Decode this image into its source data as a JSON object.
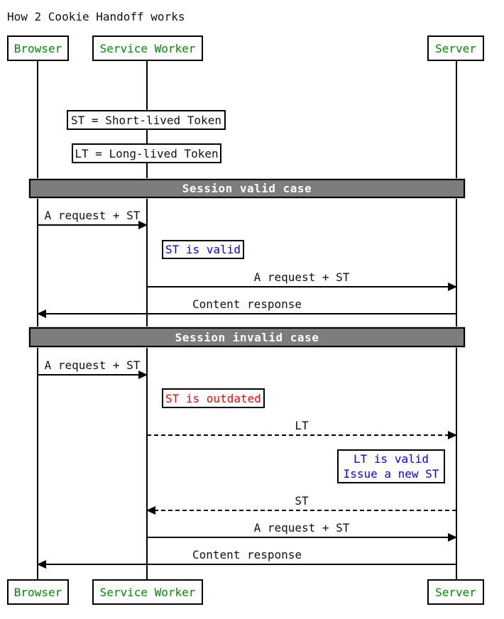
{
  "title": "How 2 Cookie Handoff works",
  "actors": [
    {
      "label": "Browser"
    },
    {
      "label": "Service Worker"
    },
    {
      "label": "Server"
    }
  ],
  "legend_notes": [
    {
      "label": "ST = Short-lived Token"
    },
    {
      "label": "LT = Long-lived Token"
    }
  ],
  "sections": [
    {
      "label": "Session valid case"
    },
    {
      "label": "Session invalid case"
    }
  ],
  "notes": [
    {
      "label": "ST is valid",
      "color": "#0000ff"
    },
    {
      "label": "ST is outdated",
      "color": "#ff0000"
    },
    {
      "lines": [
        "LT is valid",
        "Issue a new ST"
      ],
      "color": "#0000ff"
    }
  ],
  "messages": [
    {
      "label": "A request + ST",
      "from": "Browser",
      "to": "Service Worker",
      "style": "solid"
    },
    {
      "label": "A request + ST",
      "from": "Service Worker",
      "to": "Server",
      "style": "solid"
    },
    {
      "label": "Content response",
      "from": "Server",
      "to": "Browser",
      "style": "solid"
    },
    {
      "label": "A request + ST",
      "from": "Browser",
      "to": "Service Worker",
      "style": "solid"
    },
    {
      "label": "LT",
      "from": "Service Worker",
      "to": "Server",
      "style": "dashed"
    },
    {
      "label": "ST",
      "from": "Server",
      "to": "Service Worker",
      "style": "dashed"
    },
    {
      "label": "A request + ST",
      "from": "Service Worker",
      "to": "Server",
      "style": "solid"
    },
    {
      "label": "Content response",
      "from": "Server",
      "to": "Browser",
      "style": "solid"
    }
  ],
  "colors": {
    "actor_text": "#008b00",
    "info_note_text": "#0000ff",
    "error_note_text": "#ff0000",
    "divider_bg": "#7d7d7d",
    "divider_text": "#ffffff",
    "line": "#000000",
    "background": "#ffffff"
  }
}
